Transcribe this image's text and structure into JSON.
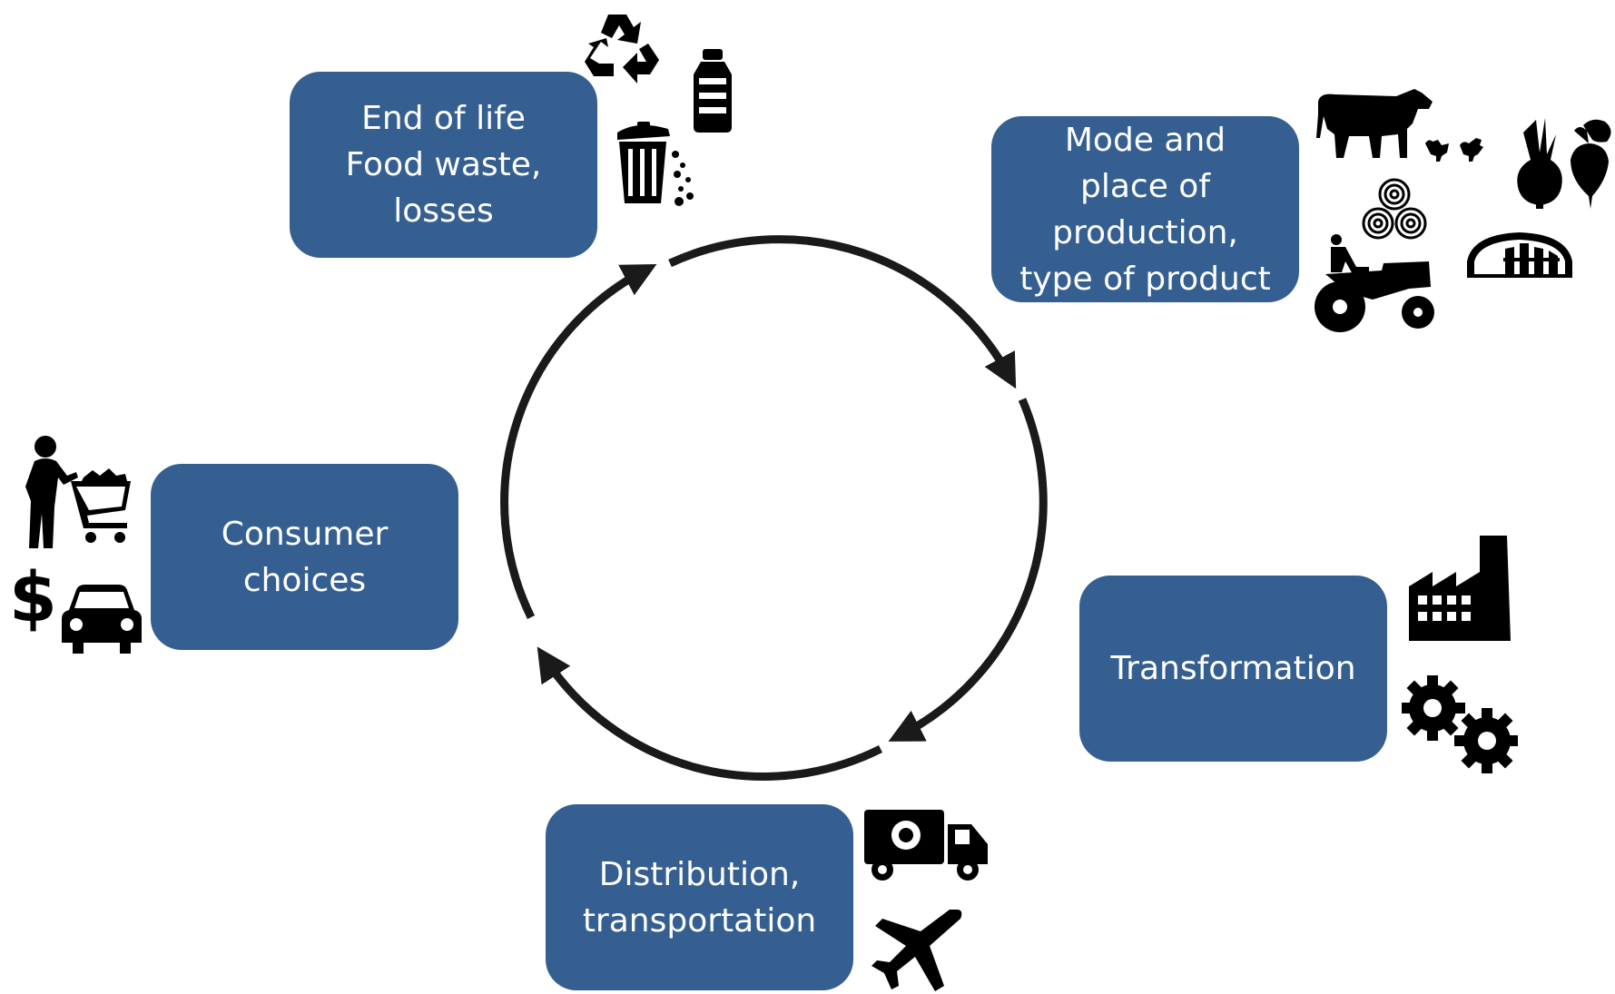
{
  "diagram": {
    "stages": [
      {
        "id": "end-of-life",
        "lines": [
          "End of life",
          "Food waste,",
          "losses"
        ]
      },
      {
        "id": "production",
        "lines": [
          "Mode and",
          "place of",
          "production,",
          "type of product"
        ]
      },
      {
        "id": "transformation",
        "lines": [
          "Transformation"
        ]
      },
      {
        "id": "distribution",
        "lines": [
          "Distribution,",
          "transportation"
        ]
      },
      {
        "id": "consumer",
        "lines": [
          "Consumer",
          "choices"
        ]
      }
    ],
    "icons": {
      "end_of_life": [
        "recycle-icon",
        "bottle-icon",
        "trash-can-icon"
      ],
      "production": [
        "cow-icon",
        "chicken-icon",
        "onion-icon",
        "beet-icon",
        "hay-bales-icon",
        "tractor-icon",
        "greenhouse-icon"
      ],
      "transformation": [
        "factory-icon",
        "gears-icon"
      ],
      "distribution": [
        "delivery-truck-icon",
        "airplane-icon"
      ],
      "consumer": [
        "shopper-cart-icon",
        "dollar-icon",
        "car-icon"
      ]
    },
    "dollar_symbol": "$",
    "colors": {
      "box": "#365f91",
      "box_text": "#ffffff",
      "arrow": "#1a1a1a",
      "icon": "#000000"
    }
  }
}
